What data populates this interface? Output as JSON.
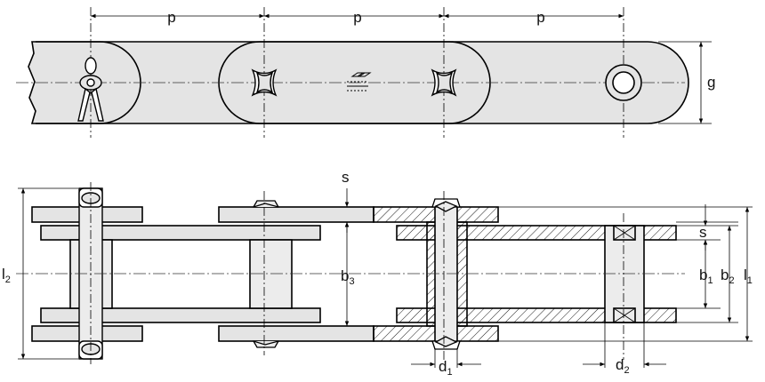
{
  "colors": {
    "plate": "#e4e4e4",
    "pin": "#ececec",
    "line": "#000000",
    "hatch": "#000000",
    "background": "#ffffff"
  },
  "labels": {
    "pitch": "p",
    "height": "g",
    "plate_thickness_top": "s",
    "plate_thickness_inner": "s",
    "inner_width_b3": "b",
    "inner_width_b3_sub": "3",
    "width_b1": "b",
    "width_b1_sub": "1",
    "width_b2": "b",
    "width_b2_sub": "2",
    "length_l1": "l",
    "length_l1_sub": "1",
    "length_l2": "l",
    "length_l2_sub": "2",
    "diameter_d1": "d",
    "diameter_d1_sub": "1",
    "diameter_d2": "d",
    "diameter_d2_sub": "2"
  },
  "icons": [
    "split-pin-icon",
    "manufacturer-logo-icon"
  ]
}
